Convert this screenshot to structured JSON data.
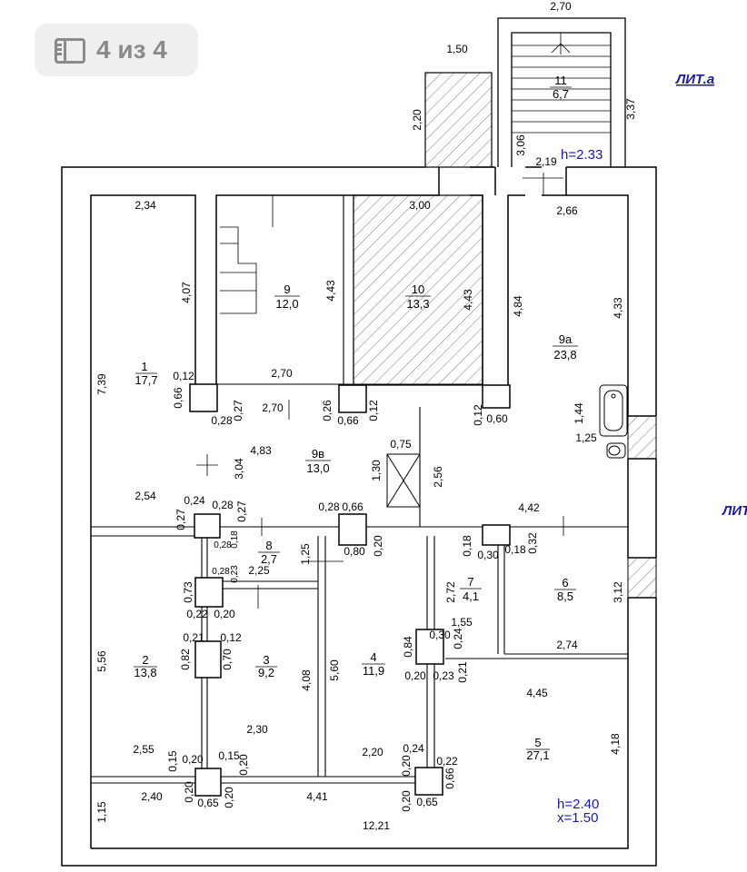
{
  "gallery": {
    "counter": "4 из 4",
    "icon": "gallery-icon"
  },
  "colors": {
    "wall": "#000000",
    "annotation_blue": "#1a1a9e",
    "hatch": "#555555",
    "badge_bg": "#efefef",
    "badge_text": "#8a8a8a"
  },
  "annotations": {
    "lit_a": "ЛИТ.а",
    "lit_right": "ЛИТ",
    "height_annex": "h=2.33",
    "height_main": "h=2.40",
    "x_value": "x=1.50"
  },
  "rooms": [
    {
      "id": "1",
      "area": "17,7"
    },
    {
      "id": "2",
      "area": "13,8"
    },
    {
      "id": "3",
      "area": "9,2"
    },
    {
      "id": "4",
      "area": "11,9"
    },
    {
      "id": "5",
      "area": "27,1"
    },
    {
      "id": "6",
      "area": "8,5"
    },
    {
      "id": "7",
      "area": "4,1"
    },
    {
      "id": "8",
      "area": "2,7"
    },
    {
      "id": "9",
      "area": "12,0"
    },
    {
      "id": "9а",
      "area": "23,8"
    },
    {
      "id": "9в",
      "area": "13,0"
    },
    {
      "id": "10",
      "area": "13,3"
    },
    {
      "id": "11",
      "area": "6,7"
    }
  ],
  "dimensions": [
    "2,70",
    "1,50",
    "2,20",
    "3,37",
    "3,06",
    "2,19",
    "2,34",
    "3,00",
    "2,66",
    "4,07",
    "4,43",
    "4,43",
    "4,84",
    "4,33",
    "7,39",
    "0,12",
    "0,66",
    "2,70",
    "0,28",
    "0,27",
    "2,70",
    "0,26",
    "0,66",
    "0,12",
    "0,12",
    "0,60",
    "1,44",
    "1,25",
    "4,83",
    "3,04",
    "0,75",
    "1,30",
    "2,56",
    "2,54",
    "0,24",
    "0,28",
    "0,27",
    "0,27",
    "0,28",
    "0,18",
    "0,28",
    "0,66",
    "0,80",
    "0,20",
    "4,42",
    "0,18",
    "0,30",
    "0,18",
    "0,32",
    "0,28",
    "0,23",
    "2,25",
    "1,25",
    "0,73",
    "0,22",
    "0,20",
    "2,72",
    "1,55",
    "0,30",
    "0,24",
    "0,21",
    "0,12",
    "0,82",
    "0,70",
    "0,84",
    "0,20",
    "0,23",
    "0,21",
    "2,74",
    "5,56",
    "4,08",
    "5,60",
    "4,45",
    "2,30",
    "3,12",
    "2,55",
    "0,15",
    "0,20",
    "0,15",
    "0,20",
    "2,20",
    "0,24",
    "0,20",
    "0,22",
    "0,66",
    "4,18",
    "2,40",
    "0,20",
    "0,65",
    "0,20",
    "4,41",
    "0,20",
    "0,65",
    "1,15",
    "12,21"
  ]
}
